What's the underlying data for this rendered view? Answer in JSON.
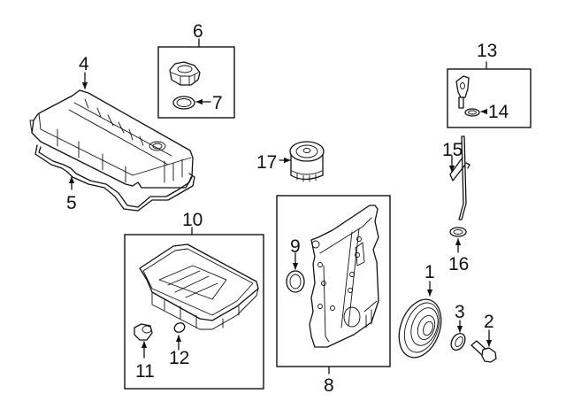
{
  "diagram": {
    "type": "exploded-parts-diagram",
    "subject": "Engine parts (valve cover, oil pan, timing cover, oil filter, dipstick)",
    "callouts": [
      {
        "id": "1",
        "label": "1",
        "part": "crankshaft-pulley"
      },
      {
        "id": "2",
        "label": "2",
        "part": "pulley-bolt"
      },
      {
        "id": "3",
        "label": "3",
        "part": "washer"
      },
      {
        "id": "4",
        "label": "4",
        "part": "valve-cover"
      },
      {
        "id": "5",
        "label": "5",
        "part": "valve-cover-gasket"
      },
      {
        "id": "6",
        "label": "6",
        "part": "oil-filler-cap-assembly"
      },
      {
        "id": "7",
        "label": "7",
        "part": "filler-cap-seal"
      },
      {
        "id": "8",
        "label": "8",
        "part": "timing-cover-assembly"
      },
      {
        "id": "9",
        "label": "9",
        "part": "front-seal"
      },
      {
        "id": "10",
        "label": "10",
        "part": "oil-pan-assembly"
      },
      {
        "id": "11",
        "label": "11",
        "part": "drain-plug"
      },
      {
        "id": "12",
        "label": "12",
        "part": "drain-plug-gasket"
      },
      {
        "id": "13",
        "label": "13",
        "part": "dipstick-assembly"
      },
      {
        "id": "14",
        "label": "14",
        "part": "dipstick-o-ring"
      },
      {
        "id": "15",
        "label": "15",
        "part": "dipstick-tube"
      },
      {
        "id": "16",
        "label": "16",
        "part": "tube-o-ring"
      },
      {
        "id": "17",
        "label": "17",
        "part": "oil-filter"
      }
    ]
  }
}
